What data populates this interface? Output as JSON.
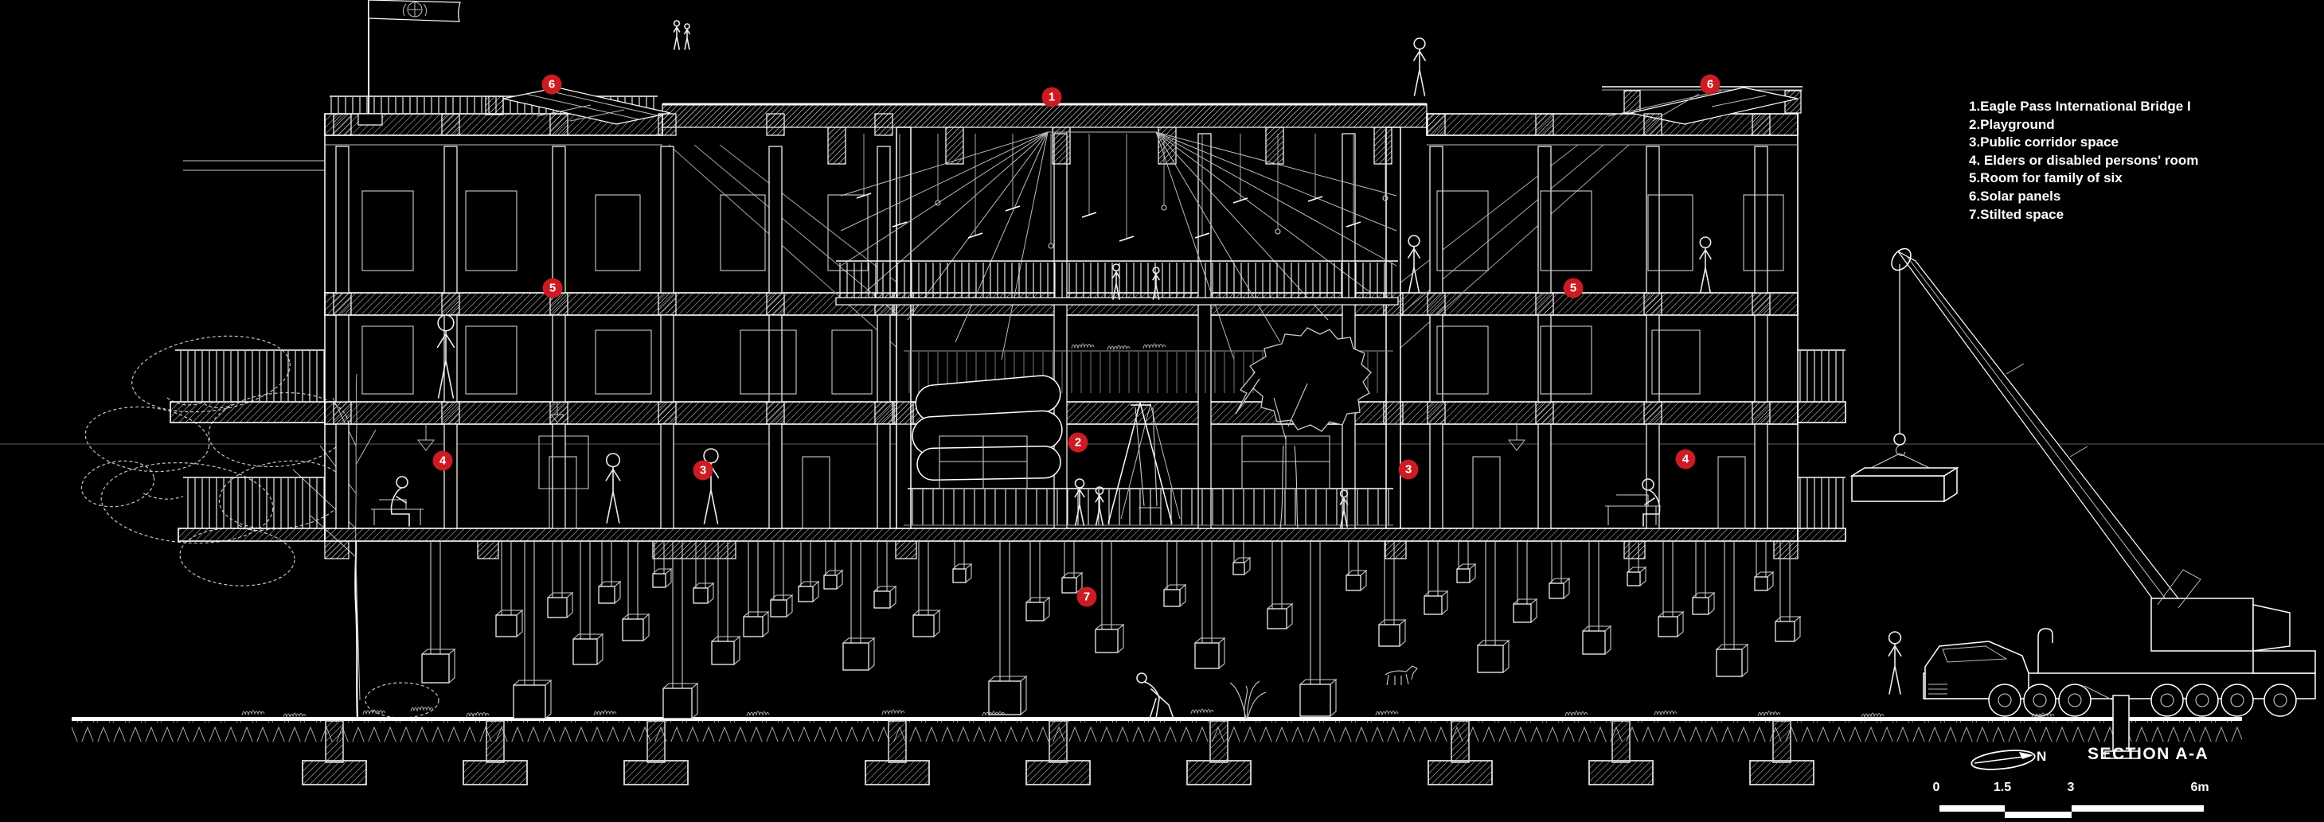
{
  "colors": {
    "background": "#000000",
    "linework": "#ffffff",
    "marker_red": "#cb1b23"
  },
  "legend": {
    "items": [
      {
        "text": "1.Eagle Pass International Bridge I"
      },
      {
        "text": "2.Playground"
      },
      {
        "text": "3.Public corridor space"
      },
      {
        "text": "4. Elders or disabled persons' room"
      },
      {
        "text": "5.Room for family of six"
      },
      {
        "text": "6.Solar panels"
      },
      {
        "text": "7.Stilted space"
      }
    ]
  },
  "markers": [
    {
      "label": "6"
    },
    {
      "label": "1"
    },
    {
      "label": "6"
    },
    {
      "label": "5"
    },
    {
      "label": "5"
    },
    {
      "label": "2"
    },
    {
      "label": "4"
    },
    {
      "label": "3"
    },
    {
      "label": "3"
    },
    {
      "label": "4"
    },
    {
      "label": "7"
    }
  ],
  "title_block": {
    "section_title": "SECTION A-A",
    "north_label": "N"
  },
  "scale_bar": {
    "labels": [
      "0",
      "1.5",
      "3",
      "6m"
    ]
  }
}
